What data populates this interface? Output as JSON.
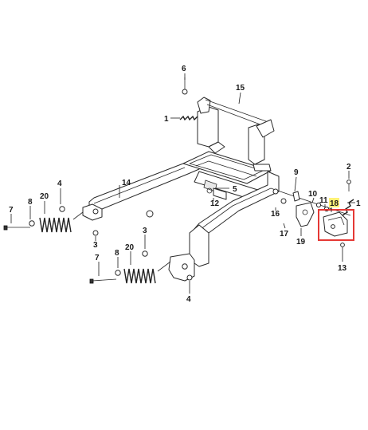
{
  "diagram": {
    "labels": {
      "p1_top": "1",
      "p1_right": "1",
      "p2": "2",
      "p3_a": "3",
      "p3_b": "3",
      "p4_a": "4",
      "p4_b": "4",
      "p5": "5",
      "p6": "6",
      "p7_a": "7",
      "p7_b": "7",
      "p8_a": "8",
      "p8_b": "8",
      "p9": "9",
      "p10": "10",
      "p11": "11",
      "p12": "12",
      "p13": "13",
      "p14": "14",
      "p15": "15",
      "p16": "16",
      "p17": "17",
      "p18": "18",
      "p19": "19",
      "p20_a": "20",
      "p20_b": "20"
    },
    "highlighted_part": "18",
    "colors": {
      "line": "#1a1a1a",
      "highlight_box": "#e53935",
      "highlight_label": "#fff176"
    }
  }
}
